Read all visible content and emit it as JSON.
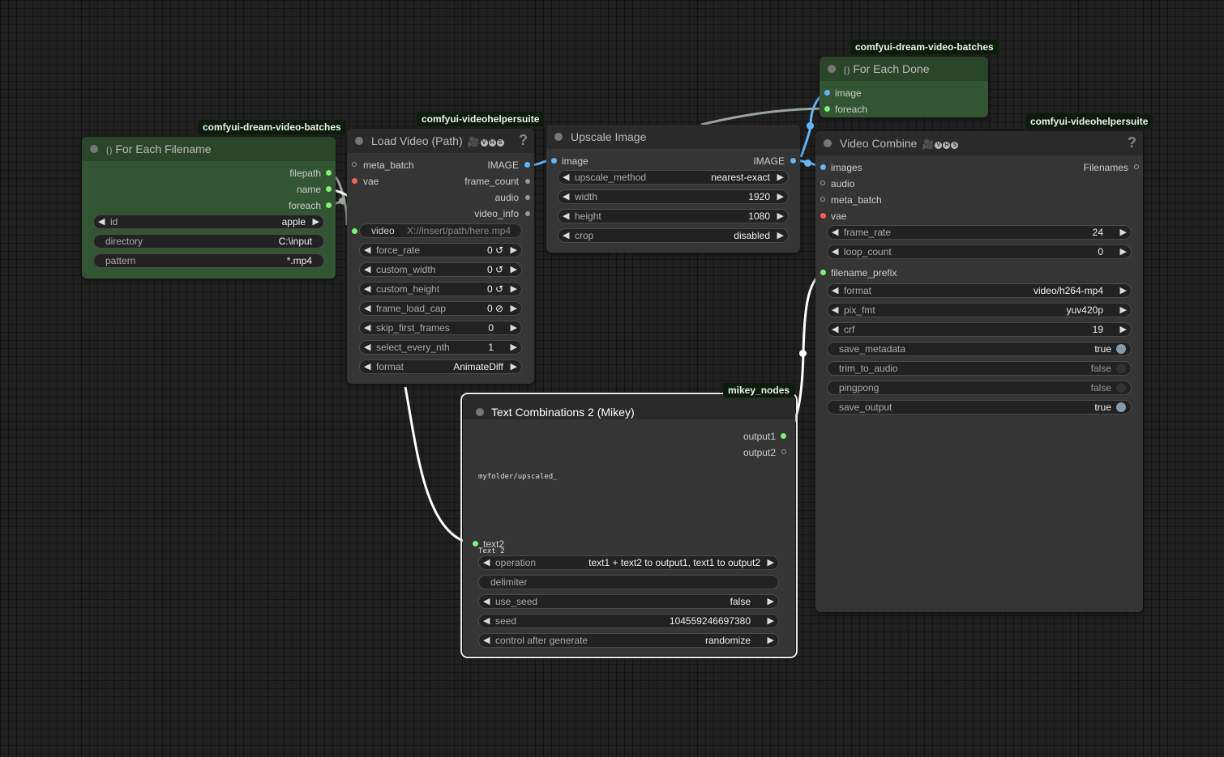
{
  "colors": {
    "canvas": "#202020",
    "node": "#353535",
    "green_node": "#335533",
    "link_white": "#ffffff",
    "link_blue": "#64b5f6",
    "link_gray": "#9aa59a"
  },
  "nodes": {
    "for_each_filename": {
      "badge": "comfyui-dream-video-batches",
      "title": "For Each Filename",
      "title_icon": "loop-icon",
      "outputs": [
        "filepath",
        "name",
        "foreach"
      ],
      "widgets": [
        {
          "label": "id",
          "value": "apple"
        },
        {
          "label": "directory",
          "value": "C:\\input"
        },
        {
          "label": "pattern",
          "value": "*.mp4"
        }
      ]
    },
    "load_video": {
      "badge": "comfyui-videohelpersuite",
      "title": "Load Video (Path)",
      "help": "?",
      "inputs": [
        "meta_batch",
        "vae"
      ],
      "outputs": [
        "IMAGE",
        "frame_count",
        "audio",
        "video_info"
      ],
      "video_input": {
        "label": "video",
        "placeholder": "X://insert/path/here.mp4"
      },
      "widgets": [
        {
          "label": "force_rate",
          "value": "0 ↺"
        },
        {
          "label": "custom_width",
          "value": "0 ↺"
        },
        {
          "label": "custom_height",
          "value": "0 ↺"
        },
        {
          "label": "frame_load_cap",
          "value": "0 ⊘"
        },
        {
          "label": "skip_first_frames",
          "value": "0"
        },
        {
          "label": "select_every_nth",
          "value": "1"
        },
        {
          "label": "format",
          "value": "AnimateDiff"
        }
      ]
    },
    "upscale_image": {
      "title": "Upscale Image",
      "input": "image",
      "output": "IMAGE",
      "widgets": [
        {
          "label": "upscale_method",
          "value": "nearest-exact"
        },
        {
          "label": "width",
          "value": "1920"
        },
        {
          "label": "height",
          "value": "1080"
        },
        {
          "label": "crop",
          "value": "disabled"
        }
      ]
    },
    "for_each_done": {
      "badge": "comfyui-dream-video-batches",
      "title": "For Each Done",
      "title_icon": "loop-icon",
      "inputs": [
        "image",
        "foreach"
      ]
    },
    "video_combine": {
      "badge": "comfyui-videohelpersuite",
      "title": "Video Combine",
      "help": "?",
      "inputs": [
        "images",
        "audio",
        "meta_batch",
        "vae"
      ],
      "output": "Filenames",
      "widgets_a": [
        {
          "label": "frame_rate",
          "value": "24"
        },
        {
          "label": "loop_count",
          "value": "0"
        }
      ],
      "filename_prefix": "filename_prefix",
      "widgets_b": [
        {
          "label": "format",
          "value": "video/h264-mp4"
        },
        {
          "label": "pix_fmt",
          "value": "yuv420p"
        },
        {
          "label": "crf",
          "value": "19"
        }
      ],
      "toggles": [
        {
          "label": "save_metadata",
          "value": "true",
          "on": true
        },
        {
          "label": "trim_to_audio",
          "value": "false",
          "on": false
        },
        {
          "label": "pingpong",
          "value": "false",
          "on": false
        },
        {
          "label": "save_output",
          "value": "true",
          "on": true
        }
      ]
    },
    "text_combinations": {
      "badge": "mikey_nodes",
      "title": "Text Combinations 2 (Mikey)",
      "outputs": [
        "output1",
        "output2"
      ],
      "text1": "myfolder/upscaled_",
      "input": "text2",
      "input_sub": "Text 2",
      "widgets": [
        {
          "label": "operation",
          "value": "text1 + text2 to output1, text1 to output2"
        },
        {
          "label": "delimiter",
          "value": ""
        },
        {
          "label": "use_seed",
          "value": "false"
        },
        {
          "label": "seed",
          "value": "104559246697380"
        },
        {
          "label": "control after generate",
          "value": "randomize"
        }
      ]
    }
  }
}
